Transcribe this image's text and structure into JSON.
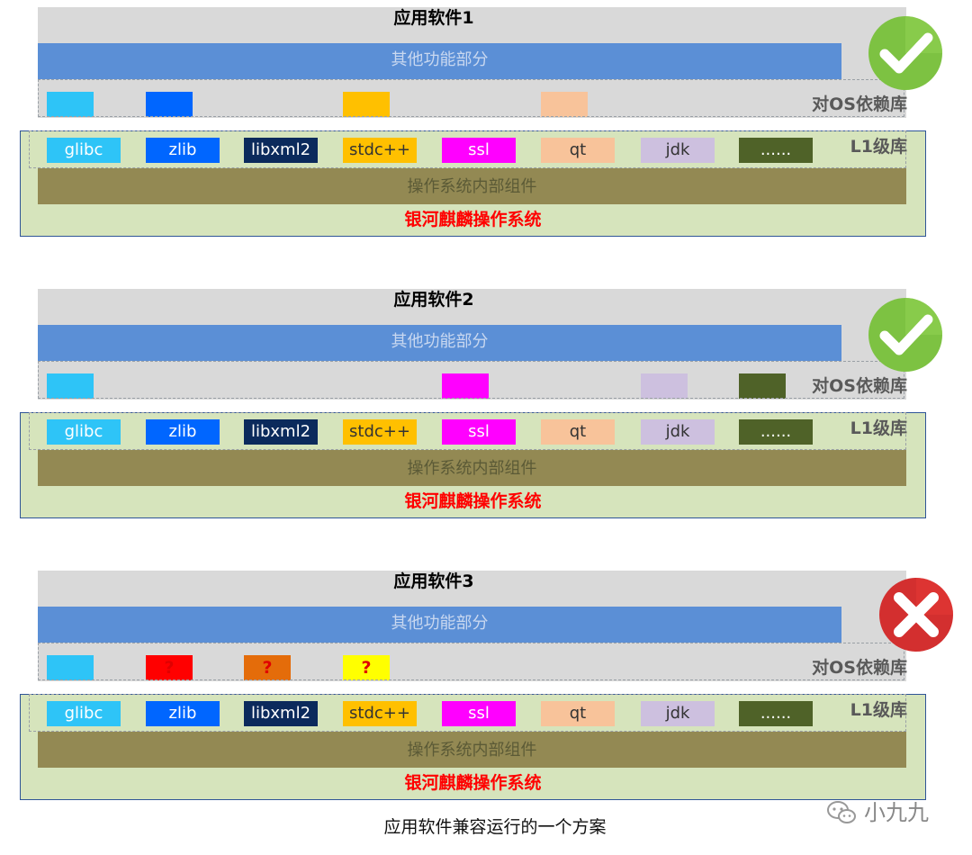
{
  "sections": [
    {
      "title": "应用软件1",
      "status": "ok",
      "other_label": "其他功能部分",
      "dep_label": "对OS依赖库",
      "deps": [
        {
          "slot": 0,
          "color": "#2ec4f7",
          "text": ""
        },
        {
          "slot": 1,
          "color": "#0066ff",
          "text": ""
        },
        {
          "slot": 3,
          "color": "#ffc000",
          "text": ""
        },
        {
          "slot": 5,
          "color": "#f8c39a",
          "text": ""
        }
      ],
      "l1_label": "L1级库",
      "internal_label": "操作系统内部组件",
      "os_label": "银河麒麟操作系统"
    },
    {
      "title": "应用软件2",
      "status": "ok",
      "other_label": "其他功能部分",
      "dep_label": "对OS依赖库",
      "deps": [
        {
          "slot": 0,
          "color": "#2ec4f7",
          "text": ""
        },
        {
          "slot": 4,
          "color": "#ff00ff",
          "text": ""
        },
        {
          "slot": 6,
          "color": "#cdc0df",
          "text": ""
        },
        {
          "slot": 7,
          "color": "#4f6228",
          "text": ""
        }
      ],
      "l1_label": "L1级库",
      "internal_label": "操作系统内部组件",
      "os_label": "银河麒麟操作系统"
    },
    {
      "title": "应用软件3",
      "status": "fail",
      "other_label": "其他功能部分",
      "dep_label": "对OS依赖库",
      "deps": [
        {
          "slot": 0,
          "color": "#2ec4f7",
          "text": ""
        },
        {
          "slot": 1,
          "color": "#ff0000",
          "text": "?"
        },
        {
          "slot": 2,
          "color": "#e46c0a",
          "text": "?"
        },
        {
          "slot": 3,
          "color": "#ffff00",
          "text": "?"
        }
      ],
      "l1_label": "L1级库",
      "internal_label": "操作系统内部组件",
      "os_label": "银河麒麟操作系统"
    }
  ],
  "libraries": [
    {
      "name": "glibc",
      "color": "#2ec4f7",
      "text_color": "#ffffff"
    },
    {
      "name": "zlib",
      "color": "#0066ff",
      "text_color": "#ffffff"
    },
    {
      "name": "libxml2",
      "color": "#0b2a5c",
      "text_color": "#ffffff"
    },
    {
      "name": "stdc++",
      "color": "#ffc000",
      "text_color": "#333333"
    },
    {
      "name": "ssl",
      "color": "#ff00ff",
      "text_color": "#ffffff"
    },
    {
      "name": "qt",
      "color": "#f8c39a",
      "text_color": "#333333"
    },
    {
      "name": "jdk",
      "color": "#cdc0df",
      "text_color": "#333333"
    },
    {
      "name": "......",
      "color": "#4f6228",
      "text_color": "#ffffff"
    }
  ],
  "icons": {
    "ok": "check-icon",
    "fail": "cross-icon",
    "watermark": "wechat-icon"
  },
  "caption": "应用软件兼容运行的一个方案",
  "watermark": "小九九"
}
